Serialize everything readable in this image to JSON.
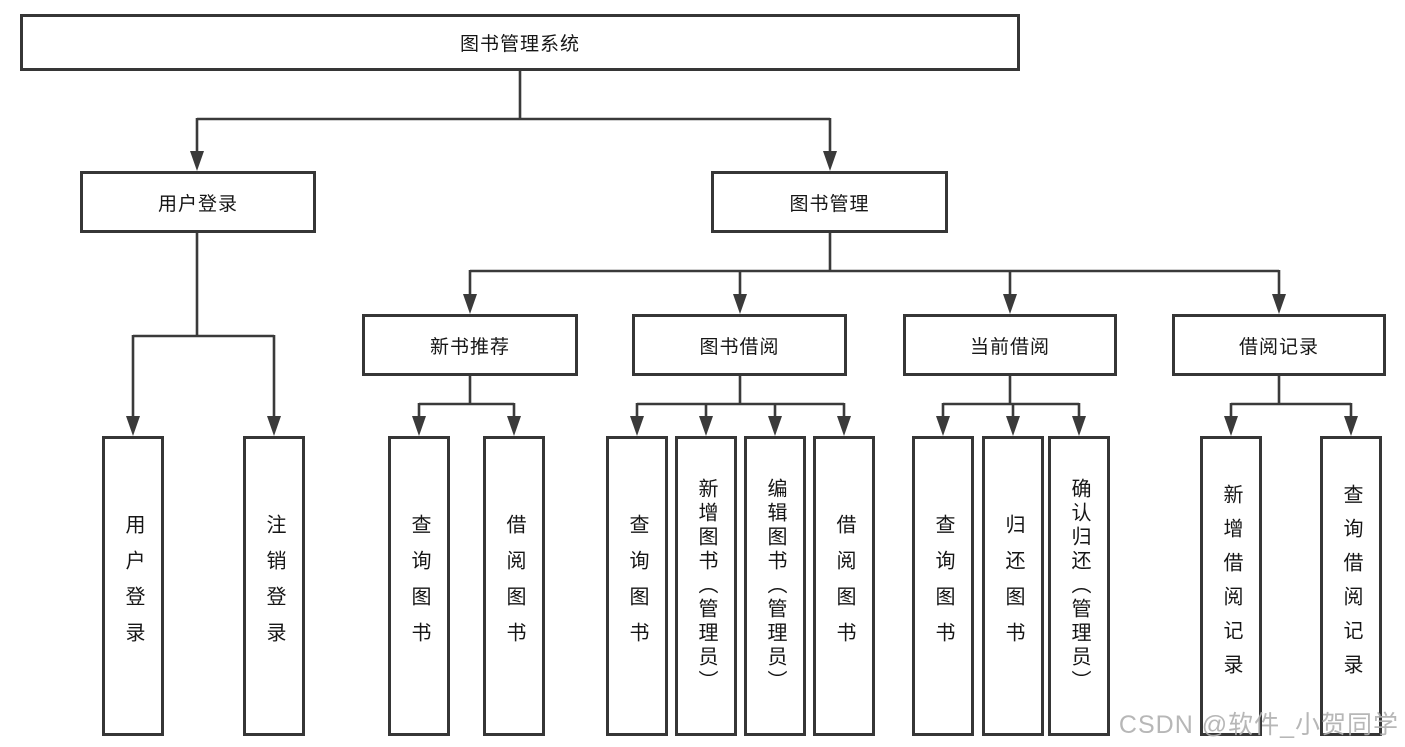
{
  "diagram": {
    "root": {
      "label": "图书管理系统"
    },
    "branches": [
      {
        "label": "用户登录"
      },
      {
        "label": "图书管理"
      }
    ],
    "sections": [
      {
        "label": "新书推荐"
      },
      {
        "label": "图书借阅"
      },
      {
        "label": "当前借阅"
      },
      {
        "label": "借阅记录"
      }
    ],
    "leaves": [
      {
        "label": "用户登录"
      },
      {
        "label": "注销登录"
      },
      {
        "label": "查询图书"
      },
      {
        "label": "借阅图书"
      },
      {
        "label": "查询图书"
      },
      {
        "label": "新增图书（管理员）"
      },
      {
        "label": "编辑图书（管理员）"
      },
      {
        "label": "借阅图书"
      },
      {
        "label": "查询图书"
      },
      {
        "label": "归还图书"
      },
      {
        "label": "确认归还（管理员）"
      },
      {
        "label": "新增借阅记录"
      },
      {
        "label": "查询借阅记录"
      }
    ]
  },
  "watermark": {
    "text": "CSDN @软件_小贺同学"
  },
  "colors": {
    "line": "#3a3a3a",
    "border": "#363636",
    "text": "#161616",
    "watermark": "#afafaf",
    "background": "#ffffff"
  }
}
